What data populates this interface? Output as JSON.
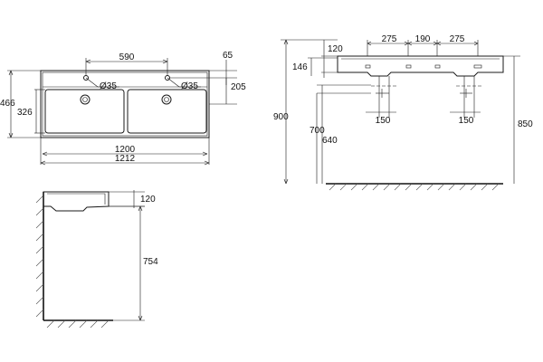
{
  "top_view": {
    "dim_between_taps": "590",
    "dim_tap_offset": "65",
    "tap_hole_left": "Ø35",
    "tap_hole_right": "Ø35",
    "dim_tap_depth": "205",
    "dim_total_depth": "466",
    "dim_bowl_depth": "326",
    "dim_inner_width": "1200",
    "dim_total_width": "1212"
  },
  "side_view": {
    "dim_thickness": "120",
    "dim_mount_height": "754"
  },
  "front_view": {
    "dim_rim": "120",
    "dim_basin_height": "146",
    "dim_spacing_a": "275",
    "dim_spacing_b": "190",
    "dim_spacing_c": "275",
    "dim_total_height": "900",
    "dim_waste_height": "700",
    "dim_outlet_height": "640",
    "dim_trap_left": "150",
    "dim_trap_right": "150",
    "dim_rim_height": "850"
  }
}
